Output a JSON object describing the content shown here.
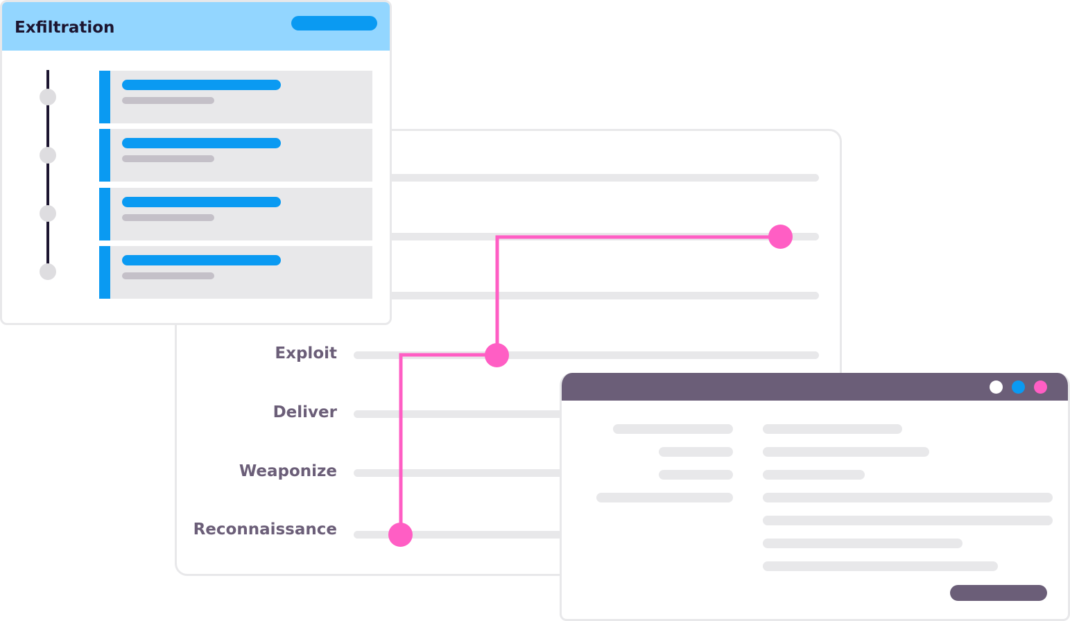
{
  "exfiltration_card": {
    "title": "Exfiltration",
    "event_count": 4
  },
  "kill_chain": {
    "stages": [
      {
        "label": ""
      },
      {
        "label": ""
      },
      {
        "label": ""
      },
      {
        "label": "Exploit"
      },
      {
        "label": "Deliver"
      },
      {
        "label": "Weaponize"
      },
      {
        "label": "Reconnaissance"
      }
    ]
  },
  "detail_window": {
    "window_controls": [
      {
        "name": "white-dot",
        "color": "#ffffff"
      },
      {
        "name": "blue-dot",
        "color": "#0a9af2"
      },
      {
        "name": "pink-dot",
        "color": "#ff5ec4"
      }
    ]
  },
  "colors": {
    "accent_blue": "#0a9af2",
    "header_light_blue": "#93d6ff",
    "connector_pink": "#ff5ec4",
    "label_purple": "#6b5e78",
    "skeleton_grey": "#e8e8ea"
  }
}
